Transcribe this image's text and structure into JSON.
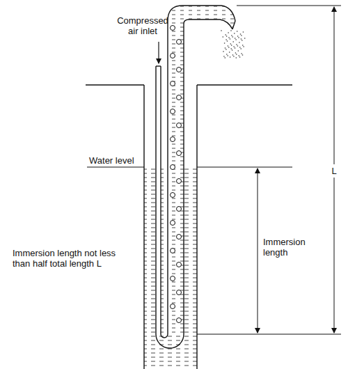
{
  "diagram": {
    "labels": [
      "Compressed air inlet",
      "Water level",
      "Immersion length not less than half total length L",
      "Immersion length",
      "L"
    ]
  }
}
